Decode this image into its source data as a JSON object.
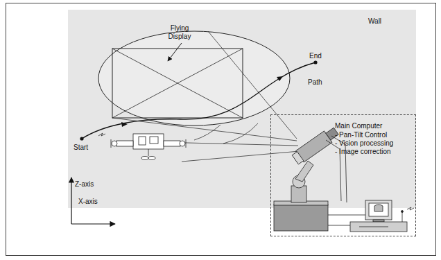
{
  "diagram": {
    "nodes": [
      {
        "text": [
          "Wall"
        ]
      },
      {
        "text": [
          "Main Computer",
          "- Pan-Tilt Control",
          "- Vision processing",
          "- Image correction"
        ]
      }
    ],
    "labels": [
      "Flying Display",
      "End",
      "Path",
      "Start",
      "Z-axis",
      "X-axis"
    ]
  }
}
